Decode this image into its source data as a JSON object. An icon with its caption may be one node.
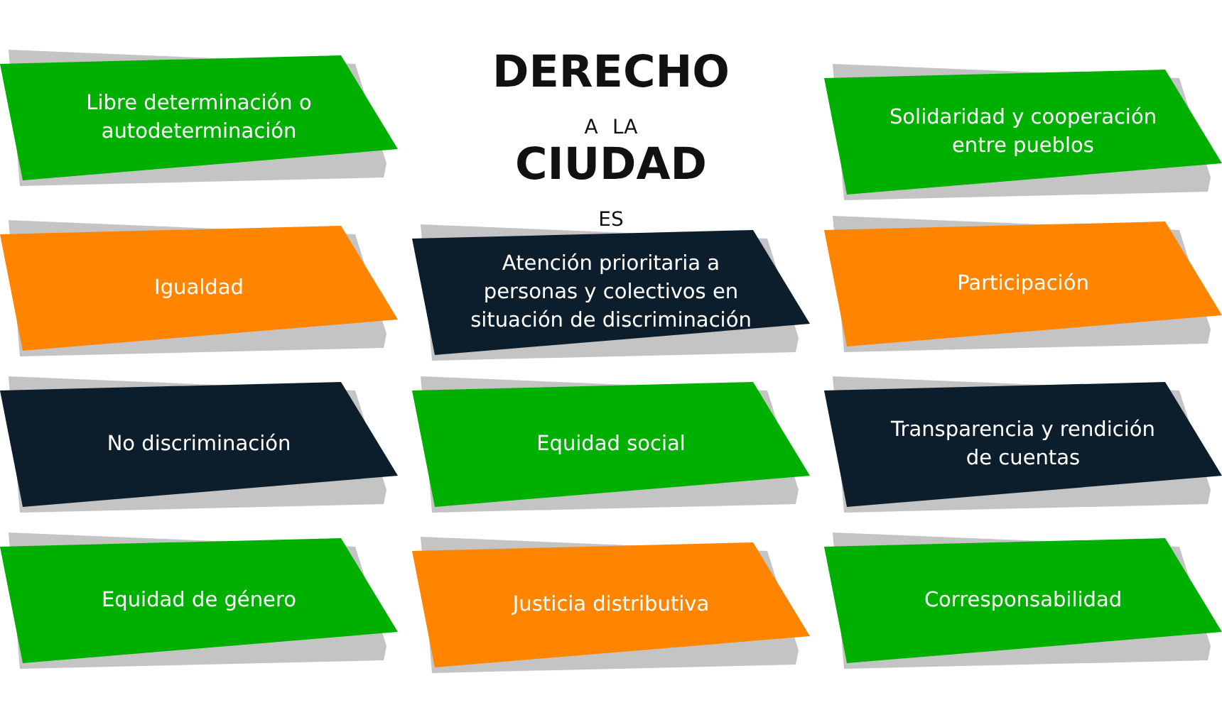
{
  "diagram": {
    "title": "DERECHO A LA CIUDAD ES",
    "nodes": [
      {
        "text": [
          "Libre determinación o autodeterminación"
        ]
      },
      {
        "text": [
          "Solidaridad y cooperación entre pueblos"
        ]
      },
      {
        "text": [
          "Igualdad"
        ]
      },
      {
        "text": [
          "Atención prioritaria a personas y colectivos en situación de discriminación"
        ]
      },
      {
        "text": [
          "Participación"
        ]
      },
      {
        "text": [
          "No discriminación"
        ]
      },
      {
        "text": [
          "Equidad social"
        ]
      },
      {
        "text": [
          "Transparencia y rendición de cuentas"
        ]
      },
      {
        "text": [
          "Equidad de género"
        ]
      },
      {
        "text": [
          "Justicia distributiva"
        ]
      },
      {
        "text": [
          "Corresponsabilidad"
        ]
      }
    ]
  }
}
